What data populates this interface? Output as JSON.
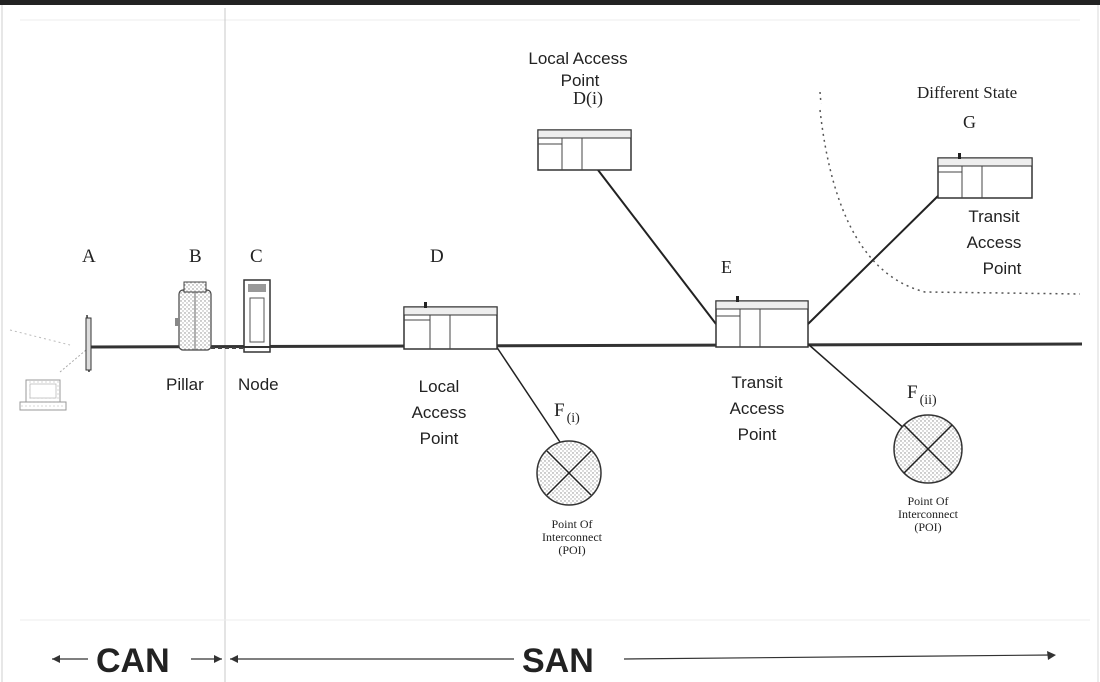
{
  "letters": {
    "a": "A",
    "b": "B",
    "c": "C",
    "d": "D",
    "di": "D(i)",
    "e": "E",
    "f1": "F",
    "f1_sub": "(i)",
    "f2": "F",
    "f2_sub": "(ii)",
    "g": "G"
  },
  "labels": {
    "pillar": "Pillar",
    "node": "Node",
    "lap_d_line1": "Local",
    "lap_d_line2": "Access",
    "lap_d_line3": "Point",
    "lap_top_line1": "Local Access",
    "lap_top_line2": "Point",
    "different_state": "Different State",
    "tap_e_line1": "Transit",
    "tap_e_line2": "Access",
    "tap_e_line3": "Point",
    "tap_g_line1": "Transit",
    "tap_g_line2": "Access",
    "tap_g_line3": "Point",
    "poi1_line1": "Point Of",
    "poi1_line2": "Interconnect",
    "poi1_line3": "(POI)",
    "poi2_line1": "Point Of",
    "poi2_line2": "Interconnect",
    "poi2_line3": "(POI)"
  },
  "zones": {
    "can": "CAN",
    "san": "SAN"
  }
}
